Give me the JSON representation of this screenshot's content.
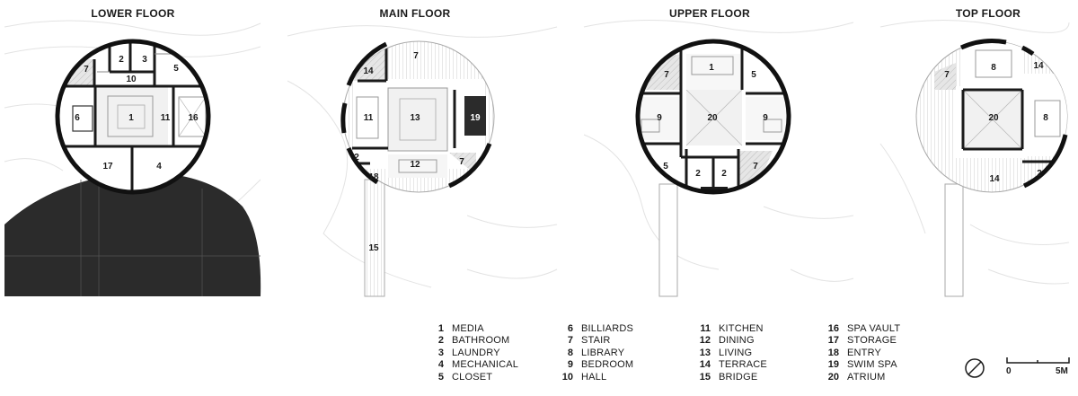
{
  "floors": [
    {
      "id": "lower",
      "title": "LOWER FLOOR"
    },
    {
      "id": "main",
      "title": "MAIN FLOOR"
    },
    {
      "id": "upper",
      "title": "UPPER FLOOR"
    },
    {
      "id": "top",
      "title": "TOP FLOOR"
    }
  ],
  "rooms": {
    "lower": [
      "7",
      "2",
      "3",
      "5",
      "10",
      "6",
      "1",
      "11",
      "16",
      "17",
      "4"
    ],
    "main": [
      "7",
      "14",
      "11",
      "13",
      "19",
      "2",
      "12",
      "7",
      "18",
      "15"
    ],
    "upper": [
      "7",
      "1",
      "5",
      "9",
      "20",
      "9",
      "5",
      "2",
      "2",
      "7"
    ],
    "top": [
      "7",
      "8",
      "14",
      "20",
      "8",
      "14",
      "2"
    ]
  },
  "legend": [
    [
      {
        "num": "1",
        "label": "MEDIA"
      },
      {
        "num": "2",
        "label": "BATHROOM"
      },
      {
        "num": "3",
        "label": "LAUNDRY"
      },
      {
        "num": "4",
        "label": "MECHANICAL"
      },
      {
        "num": "5",
        "label": "CLOSET"
      }
    ],
    [
      {
        "num": "6",
        "label": "BILLIARDS"
      },
      {
        "num": "7",
        "label": "STAIR"
      },
      {
        "num": "8",
        "label": "LIBRARY"
      },
      {
        "num": "9",
        "label": "BEDROOM"
      },
      {
        "num": "10",
        "label": "HALL"
      }
    ],
    [
      {
        "num": "11",
        "label": "KITCHEN"
      },
      {
        "num": "12",
        "label": "DINING"
      },
      {
        "num": "13",
        "label": "LIVING"
      },
      {
        "num": "14",
        "label": "TERRACE"
      },
      {
        "num": "15",
        "label": "BRIDGE"
      }
    ],
    [
      {
        "num": "16",
        "label": "SPA VAULT"
      },
      {
        "num": "17",
        "label": "STORAGE"
      },
      {
        "num": "18",
        "label": "ENTRY"
      },
      {
        "num": "19",
        "label": "SWIM SPA"
      },
      {
        "num": "20",
        "label": "ATRIUM"
      }
    ]
  ],
  "scale_bar": {
    "start": "0",
    "end": "5M"
  },
  "icons": {
    "north": "north-arrow-icon"
  }
}
